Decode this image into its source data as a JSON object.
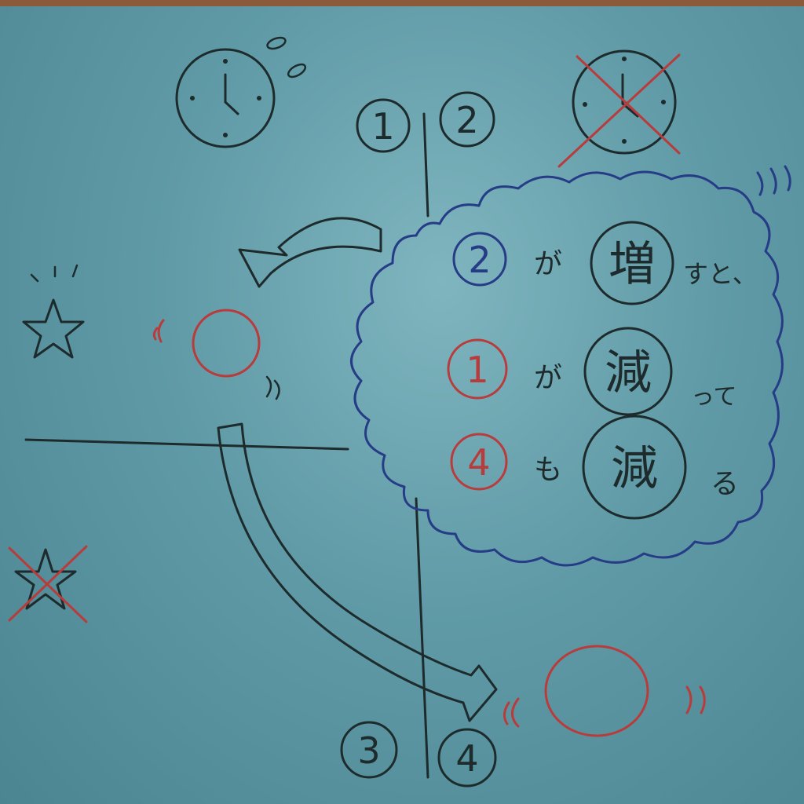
{
  "quadrant_labels": {
    "q1": "1",
    "q2": "2",
    "q3": "3",
    "q4": "4"
  },
  "bubble": {
    "line1": {
      "num": "2",
      "particle": "が",
      "verb": "増",
      "tail": "すと、"
    },
    "line2": {
      "num": "1",
      "particle": "が",
      "verb": "減",
      "tail": "って"
    },
    "line3": {
      "num": "4",
      "particle": "も",
      "verb": "減",
      "tail": "る"
    }
  },
  "icons": [
    "clock-icon",
    "clock-crossed-icon",
    "star-icon",
    "star-crossed-icon",
    "red-circle-icon"
  ],
  "colors": {
    "paper": "#5f9aa6",
    "ink": "#1e2b2c",
    "blue": "#263c86",
    "red": "#b83c3c"
  }
}
